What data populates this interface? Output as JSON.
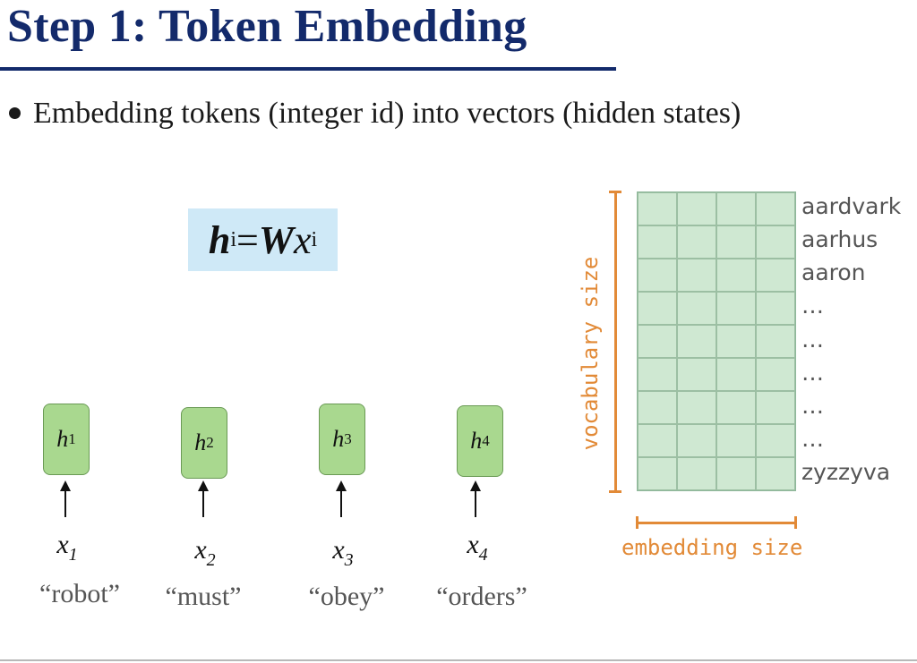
{
  "title": "Step 1: Token Embedding",
  "bullet": "Embedding tokens (integer id) into vectors (hidden states)",
  "formula": {
    "lhs": "h",
    "lhs_sub": "i",
    "eq": "=",
    "matrix": "W",
    "var": "x",
    "var_sub": "i"
  },
  "tokens": [
    {
      "h": "h",
      "h_sub": "1",
      "x": "x",
      "x_sub": "1",
      "word": "“robot”"
    },
    {
      "h": "h",
      "h_sub": "2",
      "x": "x",
      "x_sub": "2",
      "word": "“must”"
    },
    {
      "h": "h",
      "h_sub": "3",
      "x": "x",
      "x_sub": "3",
      "word": "“obey”"
    },
    {
      "h": "h",
      "h_sub": "4",
      "x": "x",
      "x_sub": "4",
      "word": "“orders”"
    }
  ],
  "embedding_table": {
    "vocabulary": [
      "aardvark",
      "aarhus",
      "aaron",
      "…",
      "…",
      "…",
      "…",
      "…",
      "zyzzyva"
    ],
    "vertical_label": "vocabulary size",
    "horizontal_label": "embedding size"
  },
  "colors": {
    "title": "#132a6b",
    "hidden_state_box": "#a9d88f",
    "formula_bg": "#cfe9f7",
    "table_cell": "#cfe8d2",
    "bracket": "#e28a37"
  }
}
